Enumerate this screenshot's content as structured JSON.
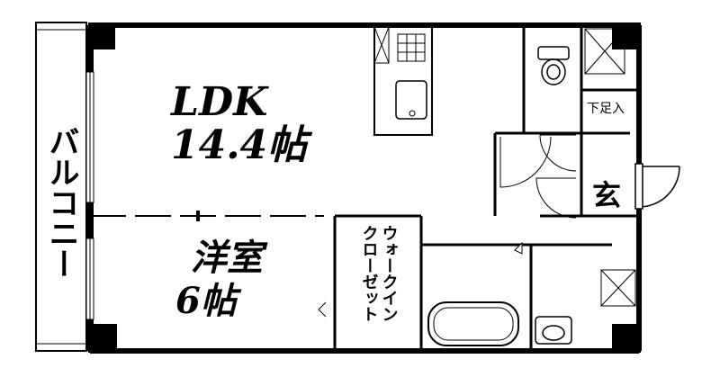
{
  "rooms": {
    "ldk": {
      "name": "LDK",
      "size": "14.4帖"
    },
    "western": {
      "name": "洋室",
      "size": "6帖"
    },
    "walk_in_closet": {
      "line1": "ウォークイン",
      "line2": "クローゼット"
    },
    "balcony": {
      "name": "バルコニー"
    },
    "entrance": {
      "name": "玄"
    },
    "shoe_box": {
      "name": "下足入"
    }
  }
}
